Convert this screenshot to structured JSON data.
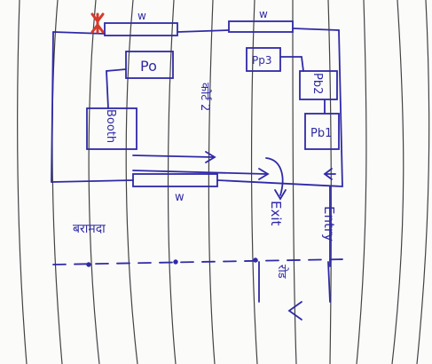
{
  "diagram": {
    "window_top_left": "w",
    "window_top_right": "w",
    "window_bottom": "w",
    "box_po": "Po",
    "box_pp3": "Pp3",
    "box_pp2": "Pb2",
    "box_pp1": "Pb1",
    "booth_label": "Booth",
    "corridor_label": "कोर्ट 2",
    "exit_label": "Exit",
    "entry_label": "Entry",
    "veranda_label": "बरामदा",
    "bottom_label": "रोड"
  },
  "colors": {
    "ink": "#2f2aa6",
    "accent_red": "#d63a2a",
    "paper_line": "#1e1e1e"
  }
}
